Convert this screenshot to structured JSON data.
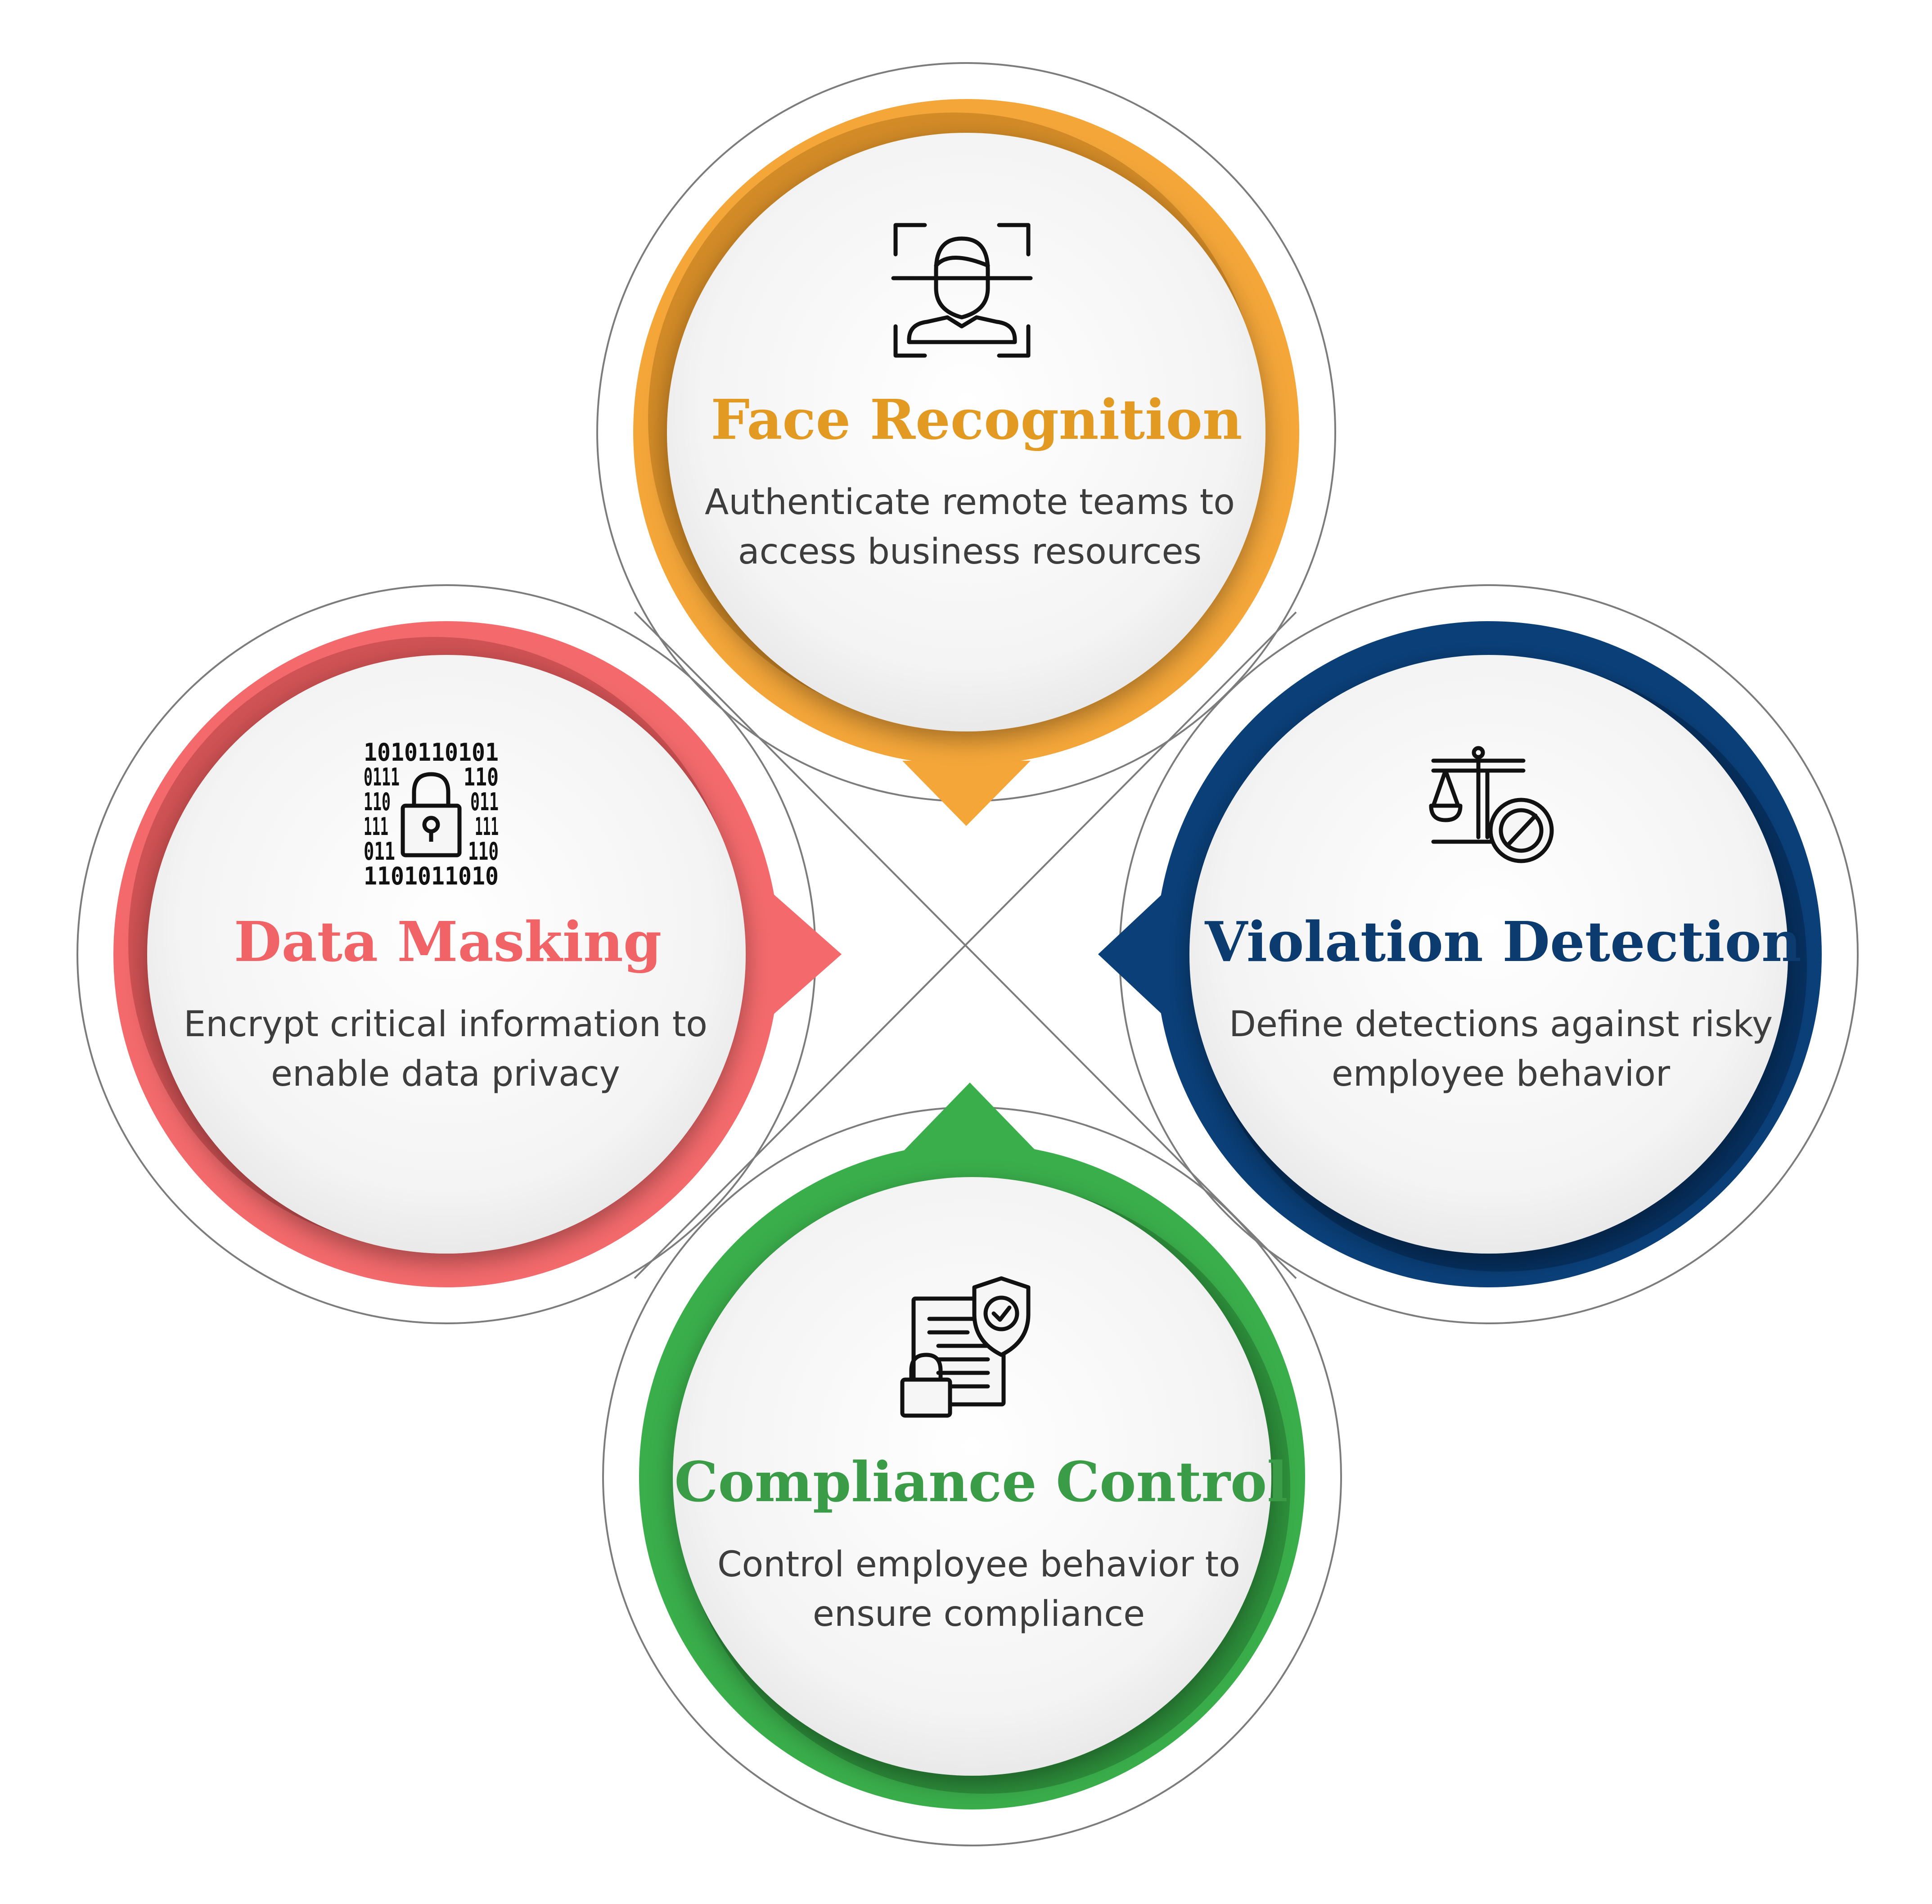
{
  "cards": [
    {
      "id": "face-recognition",
      "title": "Face Recognition",
      "desc_lines": [
        "Authenticate remote teams to",
        "access business resources"
      ],
      "color": "#F4A639",
      "color_dark": "#B8751A",
      "title_color": "#E29A22",
      "icon": "face-scan-icon"
    },
    {
      "id": "data-masking",
      "title": "Data Masking",
      "desc_lines": [
        "Encrypt critical information to",
        "enable data privacy"
      ],
      "color": "#F46A6C",
      "color_dark": "#B23E42",
      "title_color": "#F06467",
      "icon": "binary-lock-icon"
    },
    {
      "id": "violation-detection",
      "title": "Violation Detection",
      "desc_lines": [
        "Define detections against risky",
        "employee behavior"
      ],
      "color": "#0A3F78",
      "color_dark": "#03244A",
      "title_color": "#0C3B70",
      "icon": "scales-prohibited-icon"
    },
    {
      "id": "compliance-control",
      "title": "Compliance Control",
      "desc_lines": [
        "Control employee behavior to",
        "ensure compliance"
      ],
      "color": "#3AAE4B",
      "color_dark": "#23772F",
      "title_color": "#3A9C47",
      "icon": "document-shield-lock-icon"
    }
  ]
}
